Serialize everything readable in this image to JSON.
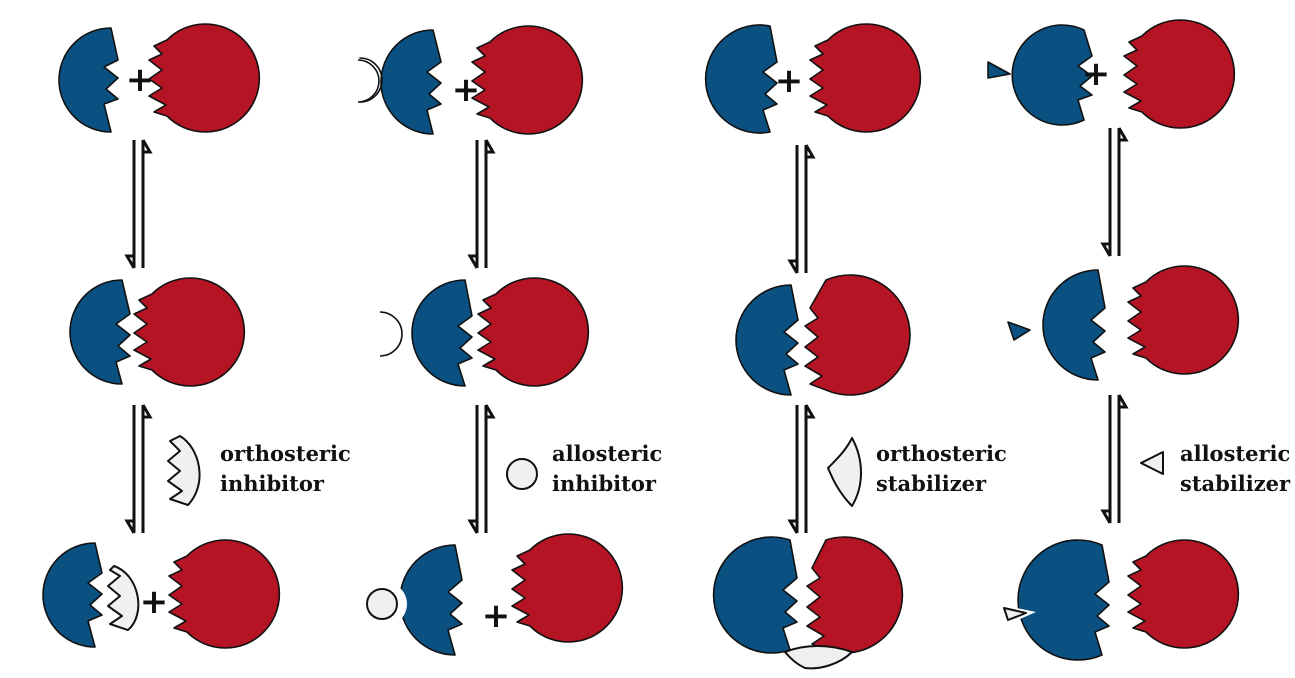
{
  "colors": {
    "protein_a": "#0a5080",
    "protein_b": "#b41423",
    "ligand": "#f0f0f0",
    "outline": "#111111",
    "background": "#ffffff"
  },
  "plus_sign": "+",
  "columns": [
    {
      "id": "orthosteric-inhibitor",
      "ligand_label": [
        "orthosteric",
        "inhibitor"
      ],
      "ligand_icon": "wavy-wedge"
    },
    {
      "id": "allosteric-inhibitor",
      "ligand_label": [
        "allosteric",
        "inhibitor"
      ],
      "ligand_icon": "circle"
    },
    {
      "id": "orthosteric-stabilizer",
      "ligand_label": [
        "orthosteric",
        "stabilizer"
      ],
      "ligand_icon": "crescent"
    },
    {
      "id": "allosteric-stabilizer",
      "ligand_label": [
        "allosteric",
        "stabilizer"
      ],
      "ligand_icon": "triangle"
    }
  ]
}
